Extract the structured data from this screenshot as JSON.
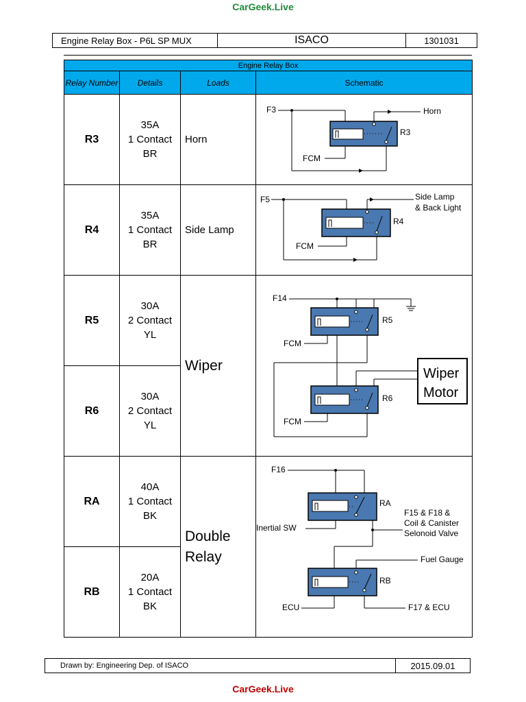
{
  "watermark": "CarGeek.Live",
  "header": {
    "title": "Engine Relay Box - P6L SP MUX",
    "company": "ISACO",
    "code": "1301031"
  },
  "table": {
    "title": "Engine Relay Box",
    "columns": [
      "Relay Number",
      "Details",
      "Loads",
      "Schematic"
    ],
    "rows": [
      {
        "relay": "R3",
        "rating": "35A",
        "contacts": "1 Contact",
        "color": "BR",
        "load": "Horn"
      },
      {
        "relay": "R4",
        "rating": "35A",
        "contacts": "1 Contact",
        "color": "BR",
        "load": "Side Lamp"
      },
      {
        "relay": "R5",
        "rating": "30A",
        "contacts": "2 Contact",
        "color": "YL",
        "load": "Wiper"
      },
      {
        "relay": "R6",
        "rating": "30A",
        "contacts": "2 Contact",
        "color": "YL",
        "load": ""
      },
      {
        "relay": "RA",
        "rating": "40A",
        "contacts": "1 Contact",
        "color": "BK",
        "load": "Double Relay"
      },
      {
        "relay": "RB",
        "rating": "20A",
        "contacts": "1 Contact",
        "color": "BK",
        "load": ""
      }
    ]
  },
  "schematic_labels": {
    "r3": {
      "fuse": "F3",
      "out": "Horn",
      "relay": "R3",
      "ctrl": "FCM"
    },
    "r4": {
      "fuse": "F5",
      "out1": "Side Lamp",
      "out2": "& Back Light",
      "relay": "R4",
      "ctrl": "FCM"
    },
    "r56": {
      "fuse": "F14",
      "relay1": "R5",
      "ctrl1": "FCM",
      "relay2": "R6",
      "ctrl2": "FCM",
      "motor1": "Wiper",
      "motor2": "Motor"
    },
    "rab": {
      "fuse": "F16",
      "relay1": "RA",
      "inertial": "Inertial SW",
      "out1": "F15 & F18 &",
      "out2": "Coil & Canister",
      "out3": "Selonoid Valve",
      "fuel": "Fuel Gauge",
      "relay2": "RB",
      "ecu": "ECU",
      "out4": "F17 & ECU"
    }
  },
  "footer": {
    "drawn_by": "Drawn by: Engineering Dep. of ISACO",
    "date": "2015.09.01"
  },
  "colors": {
    "header_blue": "#00a9ec",
    "relay_blue": "#4a78b0",
    "watermark_green": "#1f8a3a"
  }
}
